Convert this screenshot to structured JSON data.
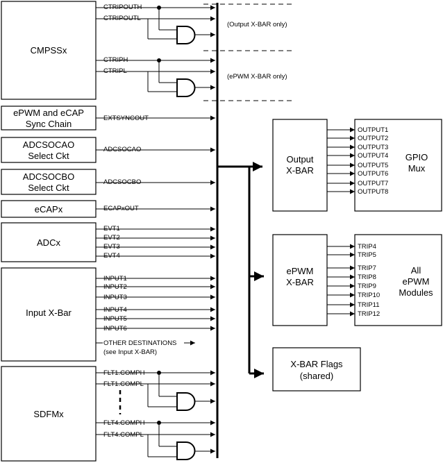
{
  "blocks": {
    "cmpss": "CMPSSx",
    "epwm_ecap_line1": "ePWM and eCAP",
    "epwm_ecap_line2": "Sync Chain",
    "adcsocao_line1": "ADCSOCAO",
    "adcsocao_line2": "Select Ckt",
    "adcsocbo_line1": "ADCSOCBO",
    "adcsocbo_line2": "Select Ckt",
    "ecap": "eCAPx",
    "adc": "ADCx",
    "inputxbar": "Input X-Bar",
    "sdfm": "SDFMx",
    "output_xbar_line1": "Output",
    "output_xbar_line2": "X-BAR",
    "gpio_line1": "GPIO",
    "gpio_line2": "Mux",
    "epwm_xbar_line1": "ePWM",
    "epwm_xbar_line2": "X-BAR",
    "epwm_mod_line1": "All",
    "epwm_mod_line2": "ePWM",
    "epwm_mod_line3": "Modules",
    "flags_line1": "X-BAR Flags",
    "flags_line2": "(shared)"
  },
  "signals": {
    "ctripouth": "CTRIPOUTH",
    "ctripoutl": "CTRIPOUTL",
    "ctriph": "CTRIPH",
    "ctripl": "CTRIPL",
    "extsyncout": "EXTSYNCOUT",
    "adcsocao": "ADCSOCAO",
    "adcsocbo": "ADCSOCBO",
    "ecapxout": "ECAPxOUT",
    "evt": [
      "EVT1",
      "EVT2",
      "EVT3",
      "EVT4"
    ],
    "input": [
      "INPUT1",
      "INPUT2",
      "INPUT3",
      "INPUT4",
      "INPUT5",
      "INPUT6"
    ],
    "other_dest": "OTHER DESTINATIONS",
    "see_input": "(see Input X-BAR)",
    "flt1_comph": "FLT1.COMPH",
    "flt1_compl": "FLT1.COMPL",
    "flt4_comph": "FLT4.COMPH",
    "flt4_compl": "FLT4.COMPL"
  },
  "notes": {
    "output_only": "(Output X-BAR only)",
    "epwm_only": "(ePWM X-BAR only)"
  },
  "outputs": [
    "OUTPUT1",
    "OUTPUT2",
    "OUTPUT3",
    "OUTPUT4",
    "OUTPUT5",
    "OUTPUT6",
    "OUTPUT7",
    "OUTPUT8"
  ],
  "trips": [
    "TRIP4",
    "TRIP5",
    "TRIP7",
    "TRIP8",
    "TRIP9",
    "TRIP10",
    "TRIP11",
    "TRIP12"
  ]
}
